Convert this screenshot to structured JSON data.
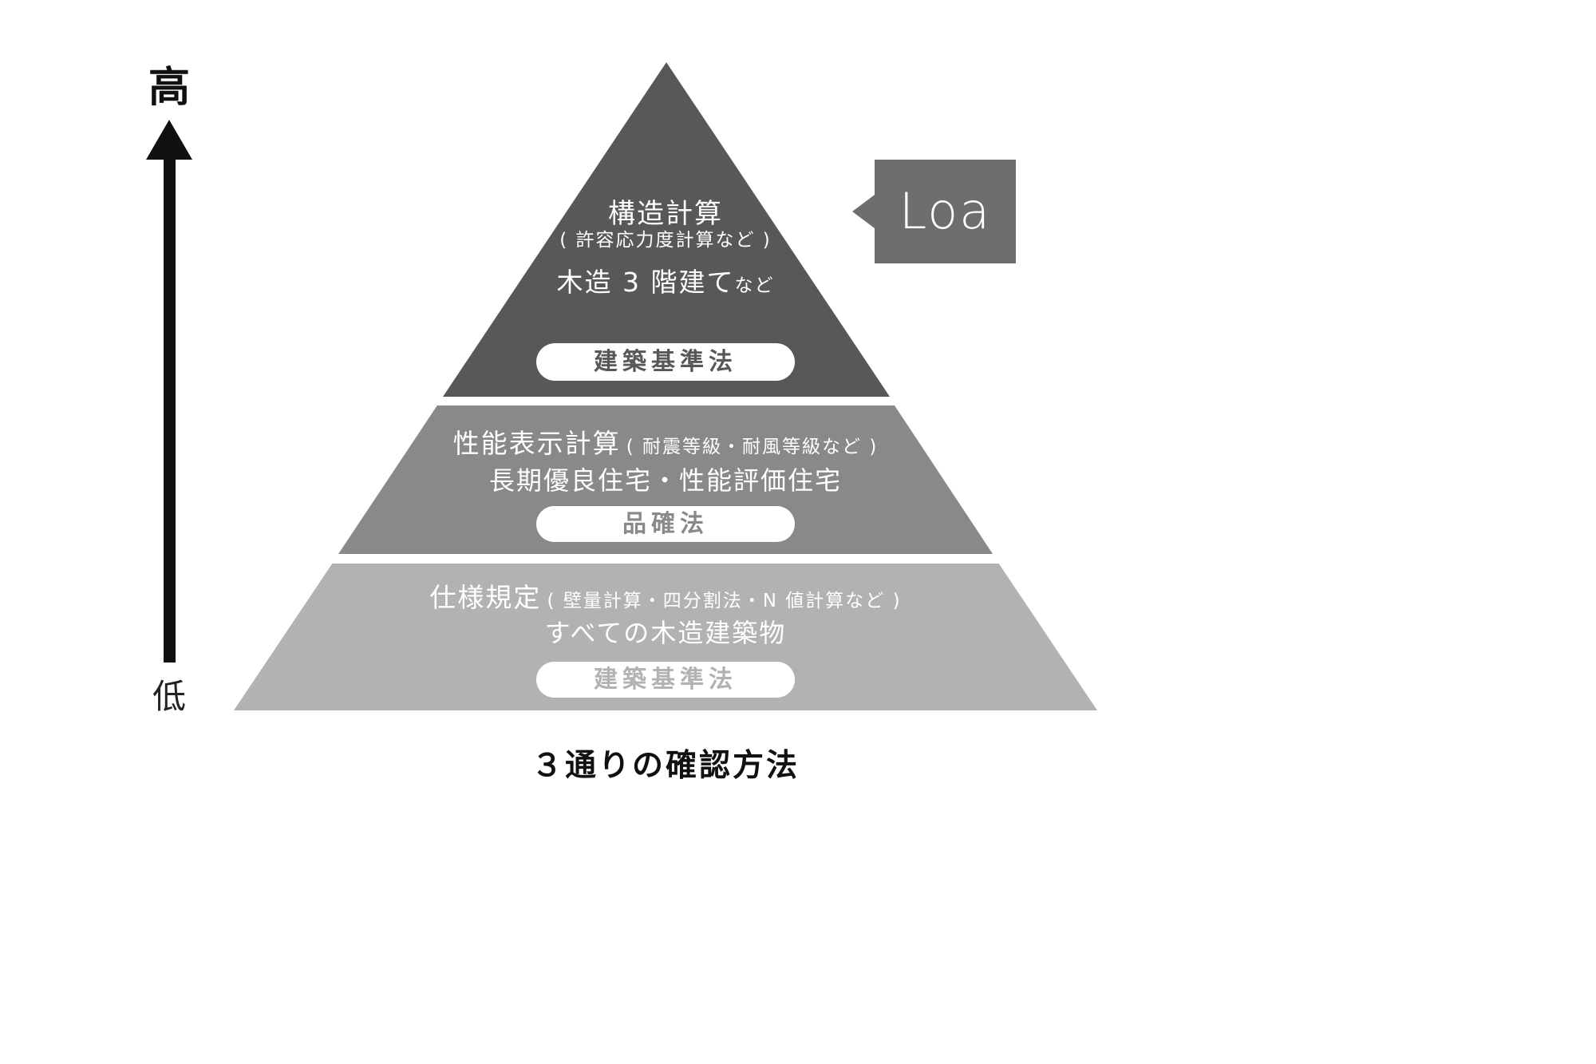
{
  "axis": {
    "high_label": "高",
    "low_label": "低",
    "arrow_color": "#111111"
  },
  "tiers": {
    "top": {
      "title": "構造計算",
      "paren": "( 許容応力度計算など )",
      "scope": "木造 3 階建て",
      "scope_suffix": "など",
      "law": "建築基準法",
      "color": "#595757"
    },
    "middle": {
      "title": "性能表示計算",
      "paren": "( 耐震等級・耐風等級など )",
      "scope": "長期優良住宅・性能評価住宅",
      "law": "品確法",
      "color": "#898989"
    },
    "bottom": {
      "title": "仕様規定",
      "paren": "( 壁量計算・四分割法・N 値計算など )",
      "scope": "すべての木造建築物",
      "law": "建築基準法",
      "color": "#b2b2b2"
    }
  },
  "callout": {
    "label": "Loa",
    "color": "#6e6e6e"
  },
  "caption": "３通りの確認方法"
}
